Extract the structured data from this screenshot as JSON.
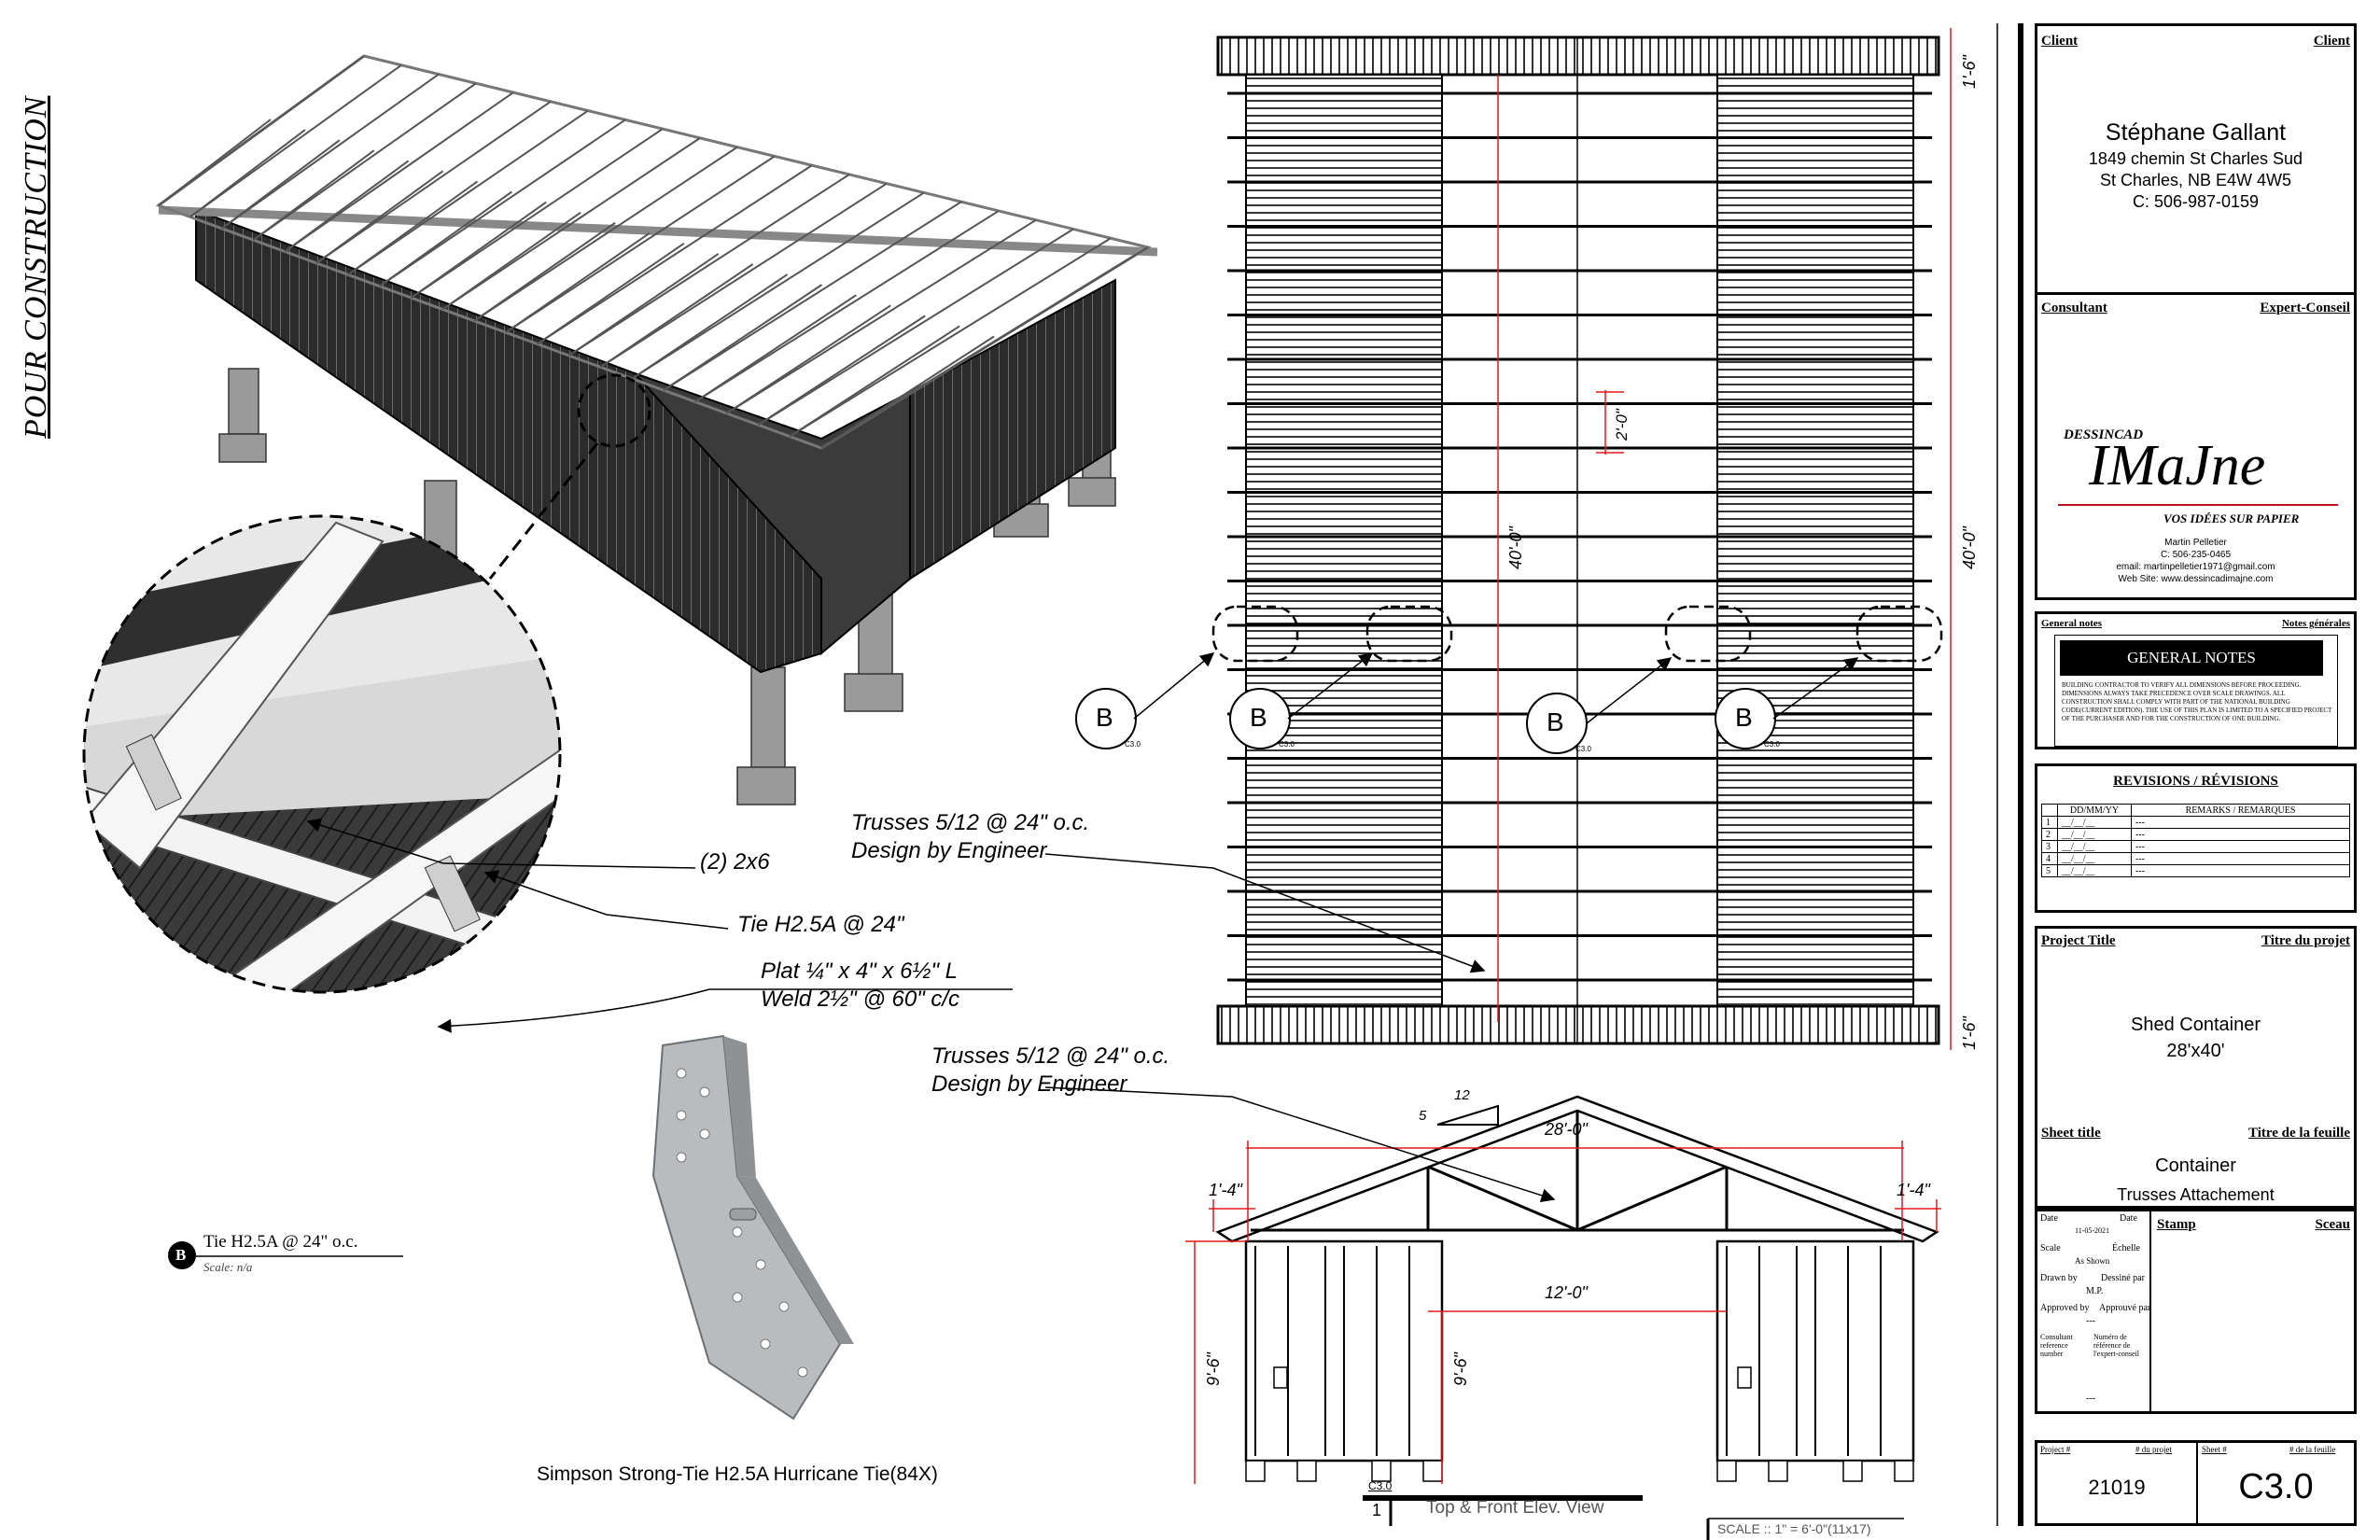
{
  "side_stamp": "POUR CONSTRUCTION",
  "callouts": {
    "two_by_six": "(2) 2x6",
    "tie": "Tie H2.5A @ 24\"",
    "plate_line1": "Plat ¼\" x 4\" x 6½\" L",
    "plate_line2": "Weld 2½\" @ 60\" c/c",
    "trusses_top_line1": "Trusses 5/12 @ 24\" o.c.",
    "trusses_top_line2": "Design by Engineer",
    "trusses_front_line1": "Trusses 5/12 @ 24\" o.c.",
    "trusses_front_line2": "Design by Engineer"
  },
  "detail_label": {
    "marker": "B",
    "title": "Tie H2.5A @ 24\" o.c.",
    "scale": "Scale: n/a"
  },
  "product_caption": "Simpson Strong-Tie H2.5A Hurricane Tie(84X)",
  "section_markers": [
    {
      "letter": "B",
      "ref": "C3.0"
    },
    {
      "letter": "B",
      "ref": "C3.0"
    },
    {
      "letter": "B",
      "ref": "C3.0"
    },
    {
      "letter": "B",
      "ref": "C3.0"
    }
  ],
  "top_view_dims": {
    "overhang_top": "1'-6\"",
    "overhang_bottom": "1'-6\"",
    "length_left": "40'-0\"",
    "length_right": "40'-0\"",
    "spacing": "2'-0\""
  },
  "front_view_dims": {
    "pitch_rise": "5",
    "pitch_run": "12",
    "width": "28'-0\"",
    "overhang_left": "1'-4\"",
    "overhang_right": "1'-4\"",
    "gap": "12'-0\"",
    "height_left": "9'-6\"",
    "height_center": "9'-6\""
  },
  "view_title": {
    "sheet_ref": "C3.0",
    "number": "1",
    "title": "Top & Front Elev. View",
    "scale": "SCALE :: 1\" = 6'-0\"(11x17)"
  },
  "title_block": {
    "client": {
      "label_en": "Client",
      "label_fr": "Client",
      "name": "Stéphane Gallant",
      "address1": "1849 chemin St Charles Sud",
      "address2": "St Charles, NB E4W 4W5",
      "phone": "C: 506-987-0159"
    },
    "consultant": {
      "label_en": "Consultant",
      "label_fr": "Expert-Conseil",
      "brand_small": "DESSINCAD",
      "brand": "IMaJne",
      "tagline": "VOS IDÉES SUR PAPIER",
      "person": "Martin Pelletier",
      "phone": "C: 506-235-0465",
      "email": "email: martinpelletier1971@gmail.com",
      "web": "Web Site: www.dessincadimajne.com"
    },
    "general_notes": {
      "label_en": "General notes",
      "label_fr": "Notes générales",
      "heading": "GENERAL NOTES",
      "body": "BUILDING CONTRACTOR TO VERIFY ALL DIMENSIONS BEFORE PROCEEDING. DIMENSIONS ALWAYS TAKE PRECEDENCE OVER SCALE DRAWINGS. ALL CONSTRUCTION SHALL COMPLY WITH PART OF THE NATIONAL BUILDING CODE(CURRENT EDITION). THE USE OF THIS PLAN IS LIMITED TO A SPECIFIED PROJECT OF THE PURCHASER AND FOR THE CONSTRUCTION OF ONE BUILDING."
    },
    "revisions": {
      "heading": "REVISIONS / RÉVISIONS",
      "col_date": "DD/MM/YY",
      "col_remarks": "REMARKS / REMARQUES",
      "rows": [
        {
          "n": "1",
          "date": "__/__/__",
          "remark": "---"
        },
        {
          "n": "2",
          "date": "__/__/__",
          "remark": "---"
        },
        {
          "n": "3",
          "date": "__/__/__",
          "remark": "---"
        },
        {
          "n": "4",
          "date": "__/__/__",
          "remark": "---"
        },
        {
          "n": "5",
          "date": "__/__/__",
          "remark": "---"
        }
      ]
    },
    "project": {
      "label_en": "Project Title",
      "label_fr": "Titre du projet",
      "title": "Shed Container",
      "size": "28'x40'"
    },
    "sheet": {
      "label_en": "Sheet title",
      "label_fr": "Titre de la feuille",
      "line1": "Container",
      "line2": "Trusses Attachement"
    },
    "meta": {
      "date_en": "Date",
      "date_fr": "Date",
      "date_val": "11-05-2021",
      "scale_en": "Scale",
      "scale_fr": "Échelle",
      "scale_val": "As Shown",
      "drawn_en": "Drawn by",
      "drawn_fr": "Dessiné par",
      "drawn_val": "M.P.",
      "approved_en": "Approved by",
      "approved_fr": "Approuvé par",
      "approved_val": "---",
      "consultant_ref_en": "Consultant reference number",
      "consultant_ref_fr": "Numéro de référence de l'expert-conseil",
      "consultant_ref_val": "---"
    },
    "stamp": {
      "label_en": "Stamp",
      "label_fr": "Sceau"
    },
    "project_number": {
      "label_en": "Project #",
      "label_fr": "# du projet",
      "value": "21019"
    },
    "sheet_number": {
      "label_en": "Sheet #",
      "label_fr": "# de la feuille",
      "value": "C3.0"
    }
  }
}
